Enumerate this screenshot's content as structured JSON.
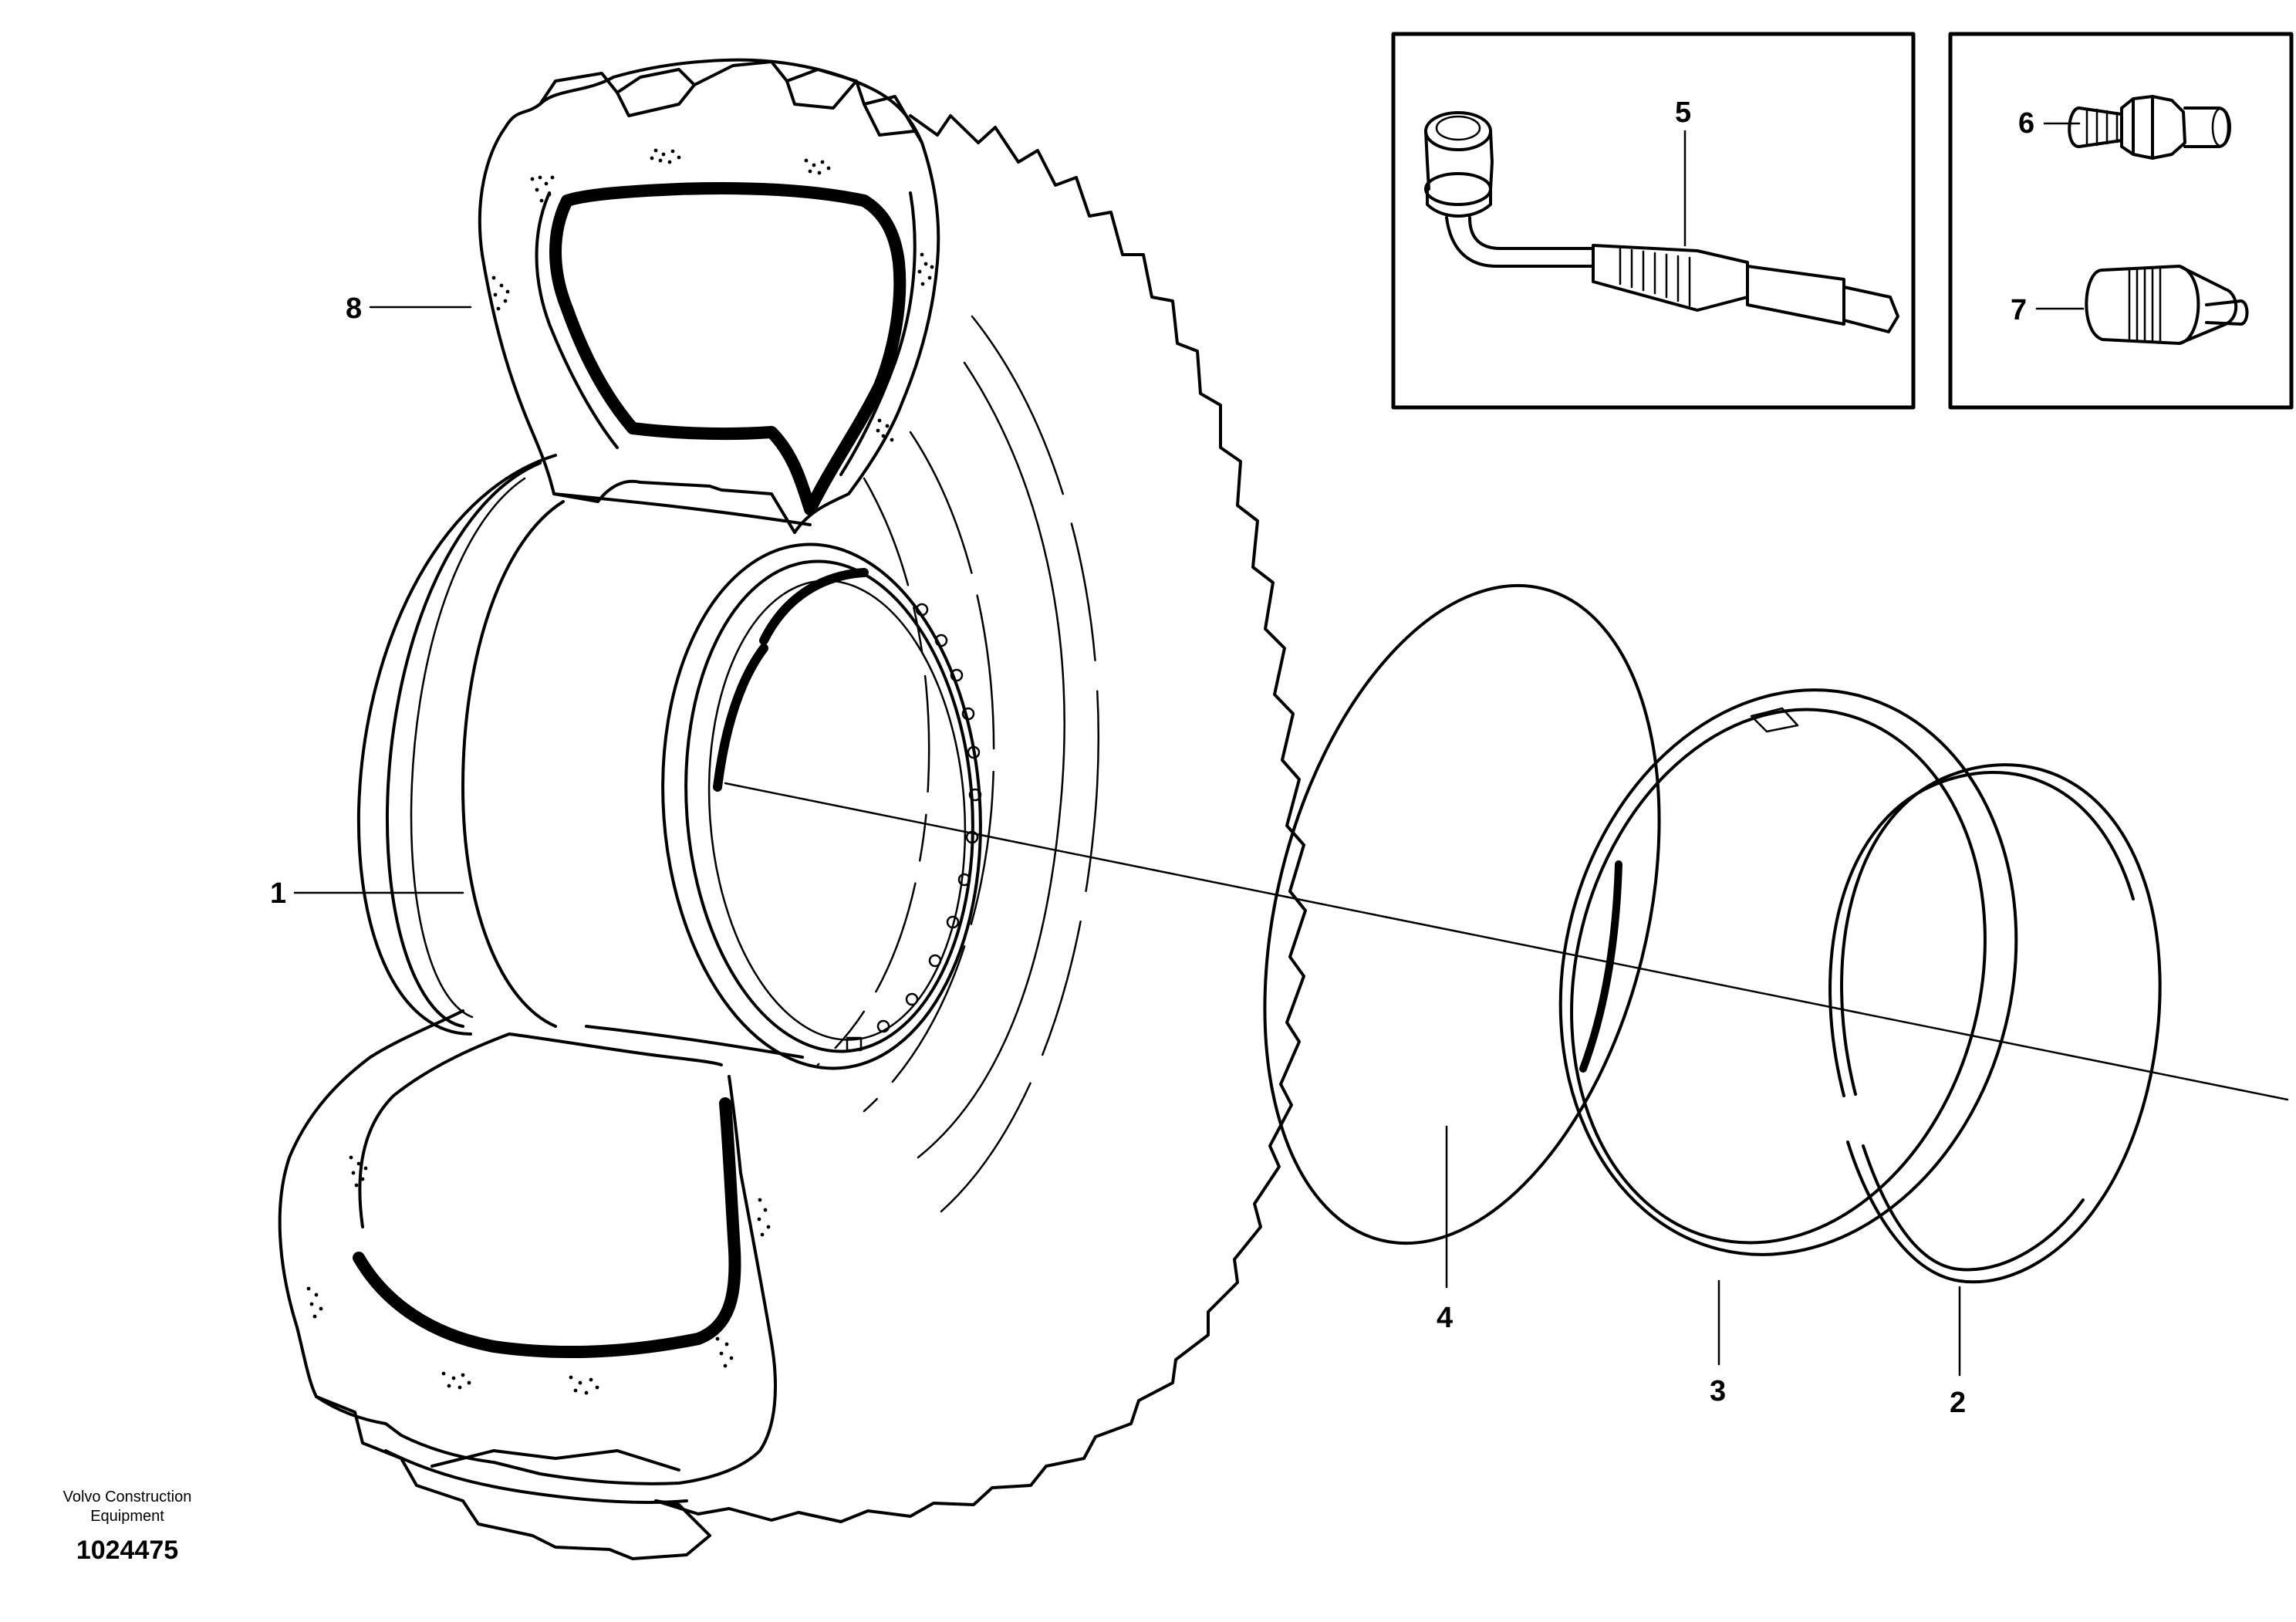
{
  "callouts": {
    "c1": "1",
    "c2": "2",
    "c3": "3",
    "c4": "4",
    "c5": "5",
    "c6": "6",
    "c7": "7",
    "c8": "8"
  },
  "footer": {
    "brand_line1": "Volvo Construction",
    "brand_line2": "Equipment",
    "drawing_id": "1024475"
  },
  "parts": {
    "p1": "wheel-rim",
    "p2": "lock-ring",
    "p3": "flange-ring",
    "p4": "o-ring",
    "p5": "extended-valve",
    "p6": "valve-adapter",
    "p7": "valve-cap",
    "p8": "tire"
  }
}
